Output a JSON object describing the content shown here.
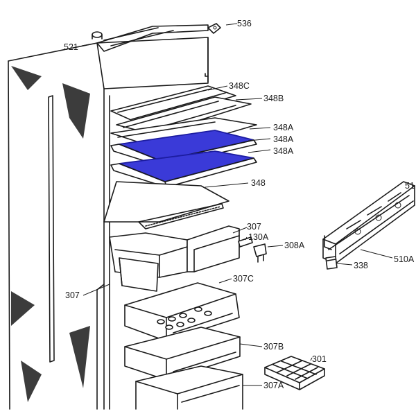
{
  "labels": {
    "l521": "521",
    "l536": "536",
    "l348c": "348C",
    "l348b": "348B",
    "l348a_1": "348A",
    "l348a_2": "348A",
    "l348a_3": "348A",
    "l348": "348",
    "l307_right": "307",
    "l130a": "130A",
    "l308a": "308A",
    "l307_left": "307",
    "l307c": "307C",
    "l307b": "307B",
    "l307a": "307A",
    "l301": "301",
    "l51": "51",
    "l510a": "510A",
    "l338": "338"
  },
  "colors": {
    "highlight_fill": "#3a3ad8",
    "highlight_stroke": "#1c1ca0",
    "line": "#1a1a1a",
    "background": "#ffffff"
  }
}
